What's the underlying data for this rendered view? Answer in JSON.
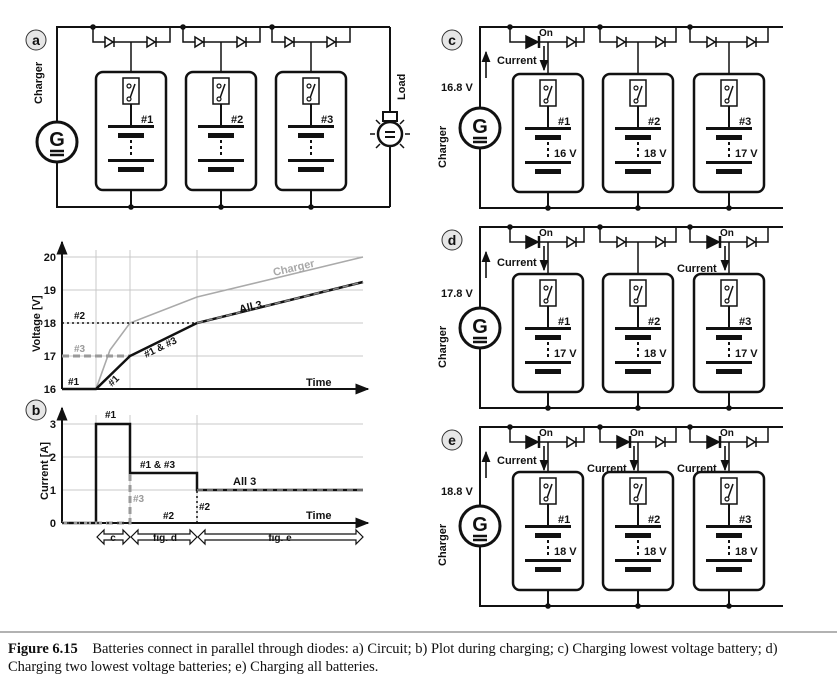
{
  "caption": {
    "figure_label": "Figure 6.15",
    "text": "Batteries connect in parallel through diodes: a) Circuit; b) Plot during charging; c) Charging lowest voltage battery; d) Charging two lowest voltage batteries; e) Charging all batteries."
  },
  "panel_a": {
    "label": "a",
    "charger_label": "Charger",
    "load_label": "Load",
    "battery_labels": [
      "#1",
      "#2",
      "#3"
    ],
    "generator_symbol": "G"
  },
  "panel_b": {
    "label": "b",
    "voltage_plot": {
      "ylabel": "Voltage [V]",
      "xlabel": "Time",
      "yticks": [
        "16",
        "17",
        "18",
        "19",
        "20"
      ],
      "ylim": [
        16,
        20
      ],
      "annotations": {
        "charger": "Charger",
        "all3": "All 3",
        "b13": "#1 & #3",
        "b1": "#1",
        "b2": "#2",
        "b3": "#3",
        "b1_start": "#1"
      }
    },
    "current_plot": {
      "ylabel": "Current [A]",
      "xlabel": "Time",
      "yticks": [
        "0",
        "1",
        "2",
        "3"
      ],
      "ylim": [
        0,
        3
      ],
      "annotations": {
        "b1": "#1",
        "b13": "#1 & #3",
        "all3": "All 3",
        "b3": "#3",
        "b2": "#2",
        "b2b": "#2"
      }
    },
    "phase_arrows": [
      "c",
      "fig. d",
      "fig. e"
    ]
  },
  "panel_c": {
    "label": "c",
    "charger_label": "Charger",
    "charger_voltage": "16.8 V",
    "battery_labels": [
      "#1",
      "#2",
      "#3"
    ],
    "battery_voltages": [
      "16 V",
      "18 V",
      "17 V"
    ],
    "on_label": "On",
    "current_label": "Current"
  },
  "panel_d": {
    "label": "d",
    "charger_label": "Charger",
    "charger_voltage": "17.8 V",
    "battery_labels": [
      "#1",
      "#2",
      "#3"
    ],
    "battery_voltages": [
      "17 V",
      "18 V",
      "17 V"
    ],
    "on_label": "On",
    "current_label": "Current"
  },
  "panel_e": {
    "label": "e",
    "charger_label": "Charger",
    "charger_voltage": "18.8 V",
    "battery_labels": [
      "#1",
      "#2",
      "#3"
    ],
    "battery_voltages": [
      "18 V",
      "18 V",
      "18 V"
    ],
    "on_label": "On",
    "current_label": "Current"
  }
}
